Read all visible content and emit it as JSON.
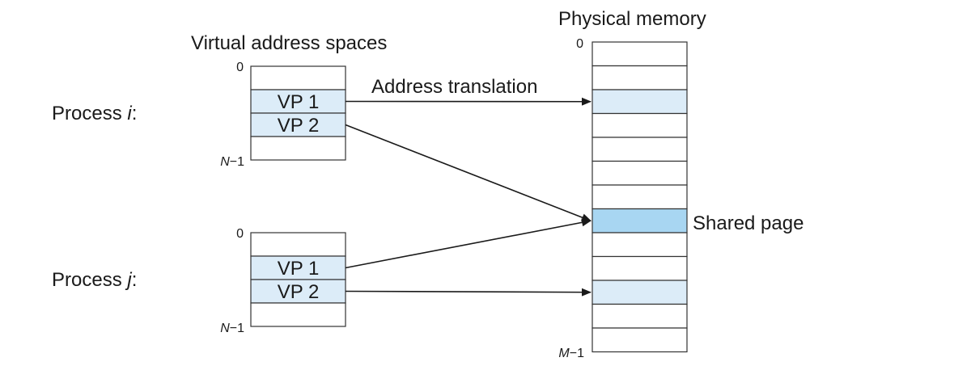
{
  "physical_memory": {
    "title": "Physical memory",
    "top_index": "0",
    "bottom_index": {
      "var": "M",
      "sep": "−",
      "num": "1"
    },
    "page_count": 13,
    "highlighted_pages": [
      {
        "page": 2,
        "fill": "#dcecf8"
      },
      {
        "page": 7,
        "fill": "#a8d6f2"
      },
      {
        "page": 10,
        "fill": "#dcecf8"
      }
    ],
    "shared_page_label": "Shared page"
  },
  "virtual": {
    "title": "Virtual address spaces",
    "processes": [
      {
        "label_prefix": "Process ",
        "label_var": "i",
        "label_suffix": ":",
        "top_index": "0",
        "bottom_index": {
          "var": "N",
          "sep": "−",
          "num": "1"
        },
        "pages": [
          {
            "label": "",
            "fill": "#ffffff"
          },
          {
            "label": "VP 1",
            "fill": "#dcecf8"
          },
          {
            "label": "VP 2",
            "fill": "#dcecf8"
          },
          {
            "label": "",
            "fill": "#ffffff"
          }
        ]
      },
      {
        "label_prefix": "Process ",
        "label_var": "j",
        "label_suffix": ":",
        "top_index": "0",
        "bottom_index": {
          "var": "N",
          "sep": "−",
          "num": "1"
        },
        "pages": [
          {
            "label": "",
            "fill": "#ffffff"
          },
          {
            "label": "VP 1",
            "fill": "#dcecf8"
          },
          {
            "label": "VP 2",
            "fill": "#dcecf8"
          },
          {
            "label": "",
            "fill": "#ffffff"
          }
        ]
      }
    ]
  },
  "mappings": [
    {
      "from_process": 0,
      "from_page": 1,
      "to_page": 2
    },
    {
      "from_process": 0,
      "from_page": 2,
      "to_page": 7
    },
    {
      "from_process": 1,
      "from_page": 1,
      "to_page": 7
    },
    {
      "from_process": 1,
      "from_page": 2,
      "to_page": 10
    }
  ],
  "translation_label": "Address translation"
}
